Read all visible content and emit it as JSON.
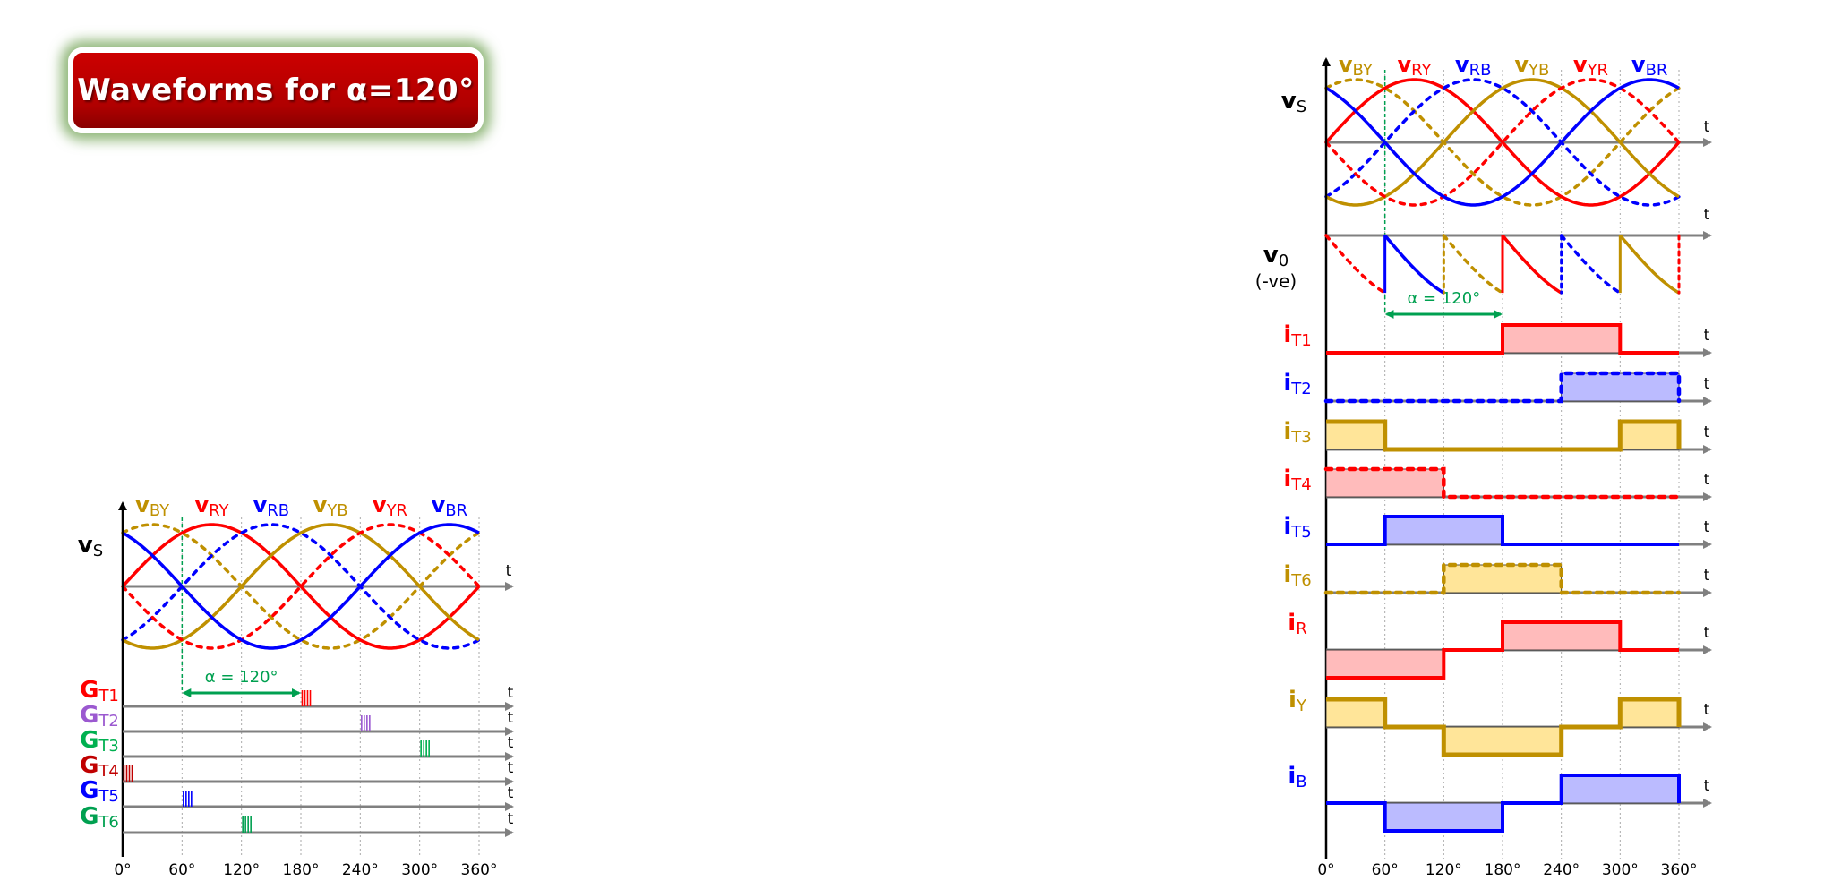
{
  "title": "Waveforms for α=120°",
  "colors": {
    "red": "#ff0000",
    "blue": "#0000ff",
    "gold": "#bf9000",
    "darkred": "#c00000",
    "purple": "#9b59d0",
    "green": "#00b050",
    "darkgreen": "#00a050",
    "axis": "#808080",
    "fill_red": "#ffbbbb",
    "fill_blue": "#bbbbff",
    "fill_gold": "#ffe599"
  },
  "ticks": [
    "0°",
    "60°",
    "120°",
    "180°",
    "240°",
    "300°",
    "360°"
  ],
  "t_label": "t",
  "alpha_label": "α = 120°",
  "alpha_deg": 120,
  "firing_start_deg": 60,
  "line_voltages": [
    {
      "main": "v",
      "sub": "BY",
      "color": "gold",
      "phase_deg": 120,
      "sign": -1,
      "dashed": true,
      "label_at_deg": 30
    },
    {
      "main": "v",
      "sub": "RY",
      "color": "red",
      "phase_deg": 0,
      "sign": 1,
      "dashed": false,
      "label_at_deg": 90
    },
    {
      "main": "v",
      "sub": "RB",
      "color": "blue",
      "phase_deg": 240,
      "sign": -1,
      "dashed": true,
      "label_at_deg": 150
    },
    {
      "main": "v",
      "sub": "YB",
      "color": "gold",
      "phase_deg": 120,
      "sign": 1,
      "dashed": false,
      "label_at_deg": 210
    },
    {
      "main": "v",
      "sub": "YR",
      "color": "red",
      "phase_deg": 0,
      "sign": -1,
      "dashed": true,
      "label_at_deg": 270
    },
    {
      "main": "v",
      "sub": "BR",
      "color": "blue",
      "phase_deg": 240,
      "sign": 1,
      "dashed": false,
      "label_at_deg": 330
    }
  ],
  "left_panel": {
    "vs_label": {
      "main": "v",
      "sub": "S"
    },
    "gates": [
      {
        "main": "G",
        "sub": "T1",
        "color": "red",
        "pulse_deg": 180
      },
      {
        "main": "G",
        "sub": "T2",
        "color": "purple",
        "pulse_deg": 240
      },
      {
        "main": "G",
        "sub": "T3",
        "color": "green",
        "pulse_deg": 300
      },
      {
        "main": "G",
        "sub": "T4",
        "color": "darkred",
        "pulse_deg": 0
      },
      {
        "main": "G",
        "sub": "T5",
        "color": "blue",
        "pulse_deg": 60
      },
      {
        "main": "G",
        "sub": "T6",
        "color": "darkgreen",
        "pulse_deg": 120
      }
    ]
  },
  "right_panel": {
    "vs_label": {
      "main": "v",
      "sub": "S"
    },
    "v0_label": {
      "main": "v",
      "sub": "0"
    },
    "v0_note": "(-ve)",
    "v0_segments": [
      {
        "start_deg": 0,
        "color": "red",
        "dashed": true
      },
      {
        "start_deg": 60,
        "color": "blue",
        "dashed": false
      },
      {
        "start_deg": 120,
        "color": "gold",
        "dashed": true
      },
      {
        "start_deg": 180,
        "color": "red",
        "dashed": false
      },
      {
        "start_deg": 240,
        "color": "blue",
        "dashed": true
      },
      {
        "start_deg": 300,
        "color": "gold",
        "dashed": false
      }
    ],
    "currents": [
      {
        "main": "i",
        "sub": "T1",
        "color": "red",
        "fill": "fill_red",
        "dashed": false,
        "intervals": [
          [
            180,
            300,
            1
          ]
        ]
      },
      {
        "main": "i",
        "sub": "T2",
        "color": "blue",
        "fill": "fill_blue",
        "dashed": true,
        "intervals": [
          [
            240,
            360,
            1
          ]
        ]
      },
      {
        "main": "i",
        "sub": "T3",
        "color": "gold",
        "fill": "fill_gold",
        "dashed": false,
        "intervals": [
          [
            0,
            60,
            1
          ],
          [
            300,
            360,
            1
          ]
        ]
      },
      {
        "main": "i",
        "sub": "T4",
        "color": "red",
        "fill": "fill_red",
        "dashed": true,
        "intervals": [
          [
            0,
            120,
            1
          ]
        ]
      },
      {
        "main": "i",
        "sub": "T5",
        "color": "blue",
        "fill": "fill_blue",
        "dashed": false,
        "intervals": [
          [
            60,
            180,
            1
          ]
        ]
      },
      {
        "main": "i",
        "sub": "T6",
        "color": "gold",
        "fill": "fill_gold",
        "dashed": true,
        "intervals": [
          [
            120,
            240,
            1
          ]
        ]
      },
      {
        "main": "i",
        "sub": "R",
        "color": "red",
        "fill": "fill_red",
        "dashed": false,
        "intervals": [
          [
            0,
            120,
            -1
          ],
          [
            180,
            300,
            1
          ]
        ]
      },
      {
        "main": "i",
        "sub": "Y",
        "color": "gold",
        "fill": "fill_gold",
        "dashed": false,
        "intervals": [
          [
            0,
            60,
            1
          ],
          [
            120,
            240,
            -1
          ],
          [
            300,
            360,
            1
          ]
        ]
      },
      {
        "main": "i",
        "sub": "B",
        "color": "blue",
        "fill": "fill_blue",
        "dashed": false,
        "intervals": [
          [
            60,
            180,
            -1
          ],
          [
            240,
            360,
            1
          ]
        ]
      }
    ]
  }
}
